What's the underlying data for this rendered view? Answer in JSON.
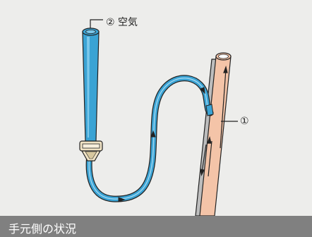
{
  "diagram": {
    "label_air": "② 空気",
    "label_1": "①",
    "caption": "手元側の状況"
  },
  "colors": {
    "background": "#ededeb",
    "blue_tube": "#3aa3d4",
    "blue_tube_light": "#7cc8ea",
    "pink_tube": "#f4c4a8",
    "gray_tube": "#bdbdbd",
    "connector": "#efe2c4",
    "caption_bar": "#808080"
  }
}
